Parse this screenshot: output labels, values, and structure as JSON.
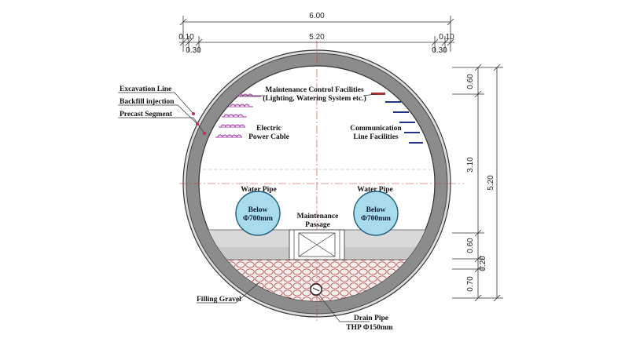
{
  "dimensions": {
    "overall_width": "6.00",
    "inner_width": "5.20",
    "left_small": "0.10",
    "left_offset": "0.30",
    "right_small": "0.10",
    "right_offset": "0.30",
    "v_top": "0.60",
    "v_middle": "3.10",
    "v_total": "5.20",
    "v_lower": "0.60",
    "v_slab": "0.20",
    "v_bottom": "0.70"
  },
  "labels": {
    "excavation_line": "Excavation Line",
    "backfill_injection": "Backfill injection",
    "precast_segment": "Precast Segment",
    "maintenance_control_1": "Maintenance Control Facilities",
    "maintenance_control_2": "(Lighting, Watering System etc.)",
    "electric_1": "Electric",
    "electric_2": "Power Cable",
    "communication_1": "Communication",
    "communication_2": "Line Facilities",
    "water_pipe_left": "Water Pipe",
    "water_pipe_right": "Water Pipe",
    "pipe_left_1": "Below",
    "pipe_left_2": "Φ700mm",
    "pipe_right_1": "Below",
    "pipe_right_2": "Φ700mm",
    "maintenance_passage_1": "Maintenance",
    "maintenance_passage_2": "Passage",
    "filling_gravel": "Filling Gravel",
    "drain_pipe_1": "Drain Pipe",
    "drain_pipe_2": "THP Φ150mm"
  },
  "colors": {
    "segment_ring": "#8c8c8c",
    "backfill_ring": "#dcdcdc",
    "pipe_fill": "#a8dcec",
    "slab_fill": "#d9d9d9",
    "gravel_fill": "#f6eded",
    "gravel_stroke": "#b04848",
    "cable_tray": "#a040a0",
    "comm_tray": "#223388",
    "centerline": "#cc3333"
  }
}
